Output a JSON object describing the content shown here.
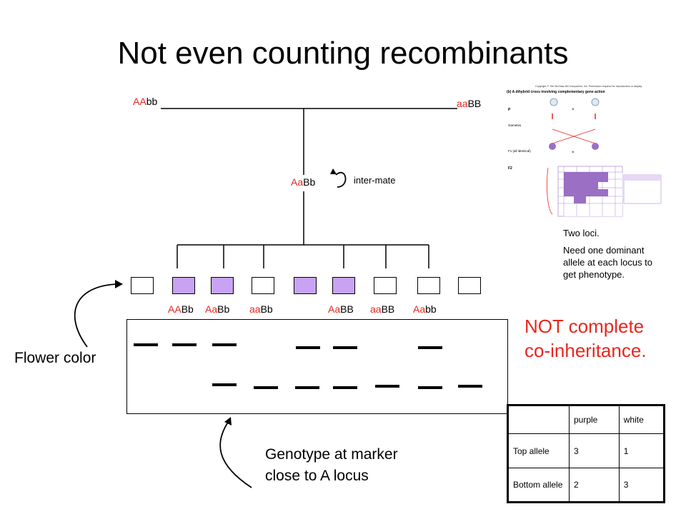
{
  "title": "Not even counting recombinants",
  "parents": {
    "left": {
      "red": "AA",
      "black": "bb"
    },
    "right": {
      "red": "aa",
      "black": "BB"
    }
  },
  "f1": {
    "red": "Aa",
    "black": "Bb"
  },
  "intermate_label": "inter-mate",
  "offspring_boxes": [
    {
      "purple": false
    },
    {
      "purple": true
    },
    {
      "purple": true
    },
    {
      "purple": false
    },
    {
      "purple": true
    },
    {
      "purple": true
    },
    {
      "purple": false
    },
    {
      "purple": false
    },
    {
      "purple": false
    }
  ],
  "offspring_genotypes": [
    {
      "red": "AA",
      "black": "Bb"
    },
    {
      "red": "Aa",
      "black": "Bb"
    },
    {
      "red": "aa",
      "black": "Bb"
    },
    {
      "red": "Aa",
      "black": "BB"
    },
    {
      "red": "aa",
      "black": "BB"
    },
    {
      "red": "Aa",
      "black": "bb"
    }
  ],
  "flower_color_label": "Flower color",
  "genotype_marker_label": "Genotype at marker close to A locus",
  "figure_notes": {
    "line1": "Two loci.",
    "line2": "Need one dominant allele at each locus to get phenotype."
  },
  "conclusion": "NOT complete co-inheritance.",
  "inset_figure": {
    "copyright": "Copyright © The McGraw-Hill Companies, Inc. Permission required for reproduction or display.",
    "caption": "(b) A dihybrid cross involving complementary gene action",
    "p_label": "P",
    "gametes_label": "Gametes",
    "f1_label": "F1 (all identical)",
    "f2_label": "F2"
  },
  "tally_table": {
    "headers": [
      "",
      "purple",
      "white"
    ],
    "rows": [
      {
        "label": "Top allele",
        "purple": "3",
        "white": "1"
      },
      {
        "label": "Bottom allele",
        "purple": "2",
        "white": "3"
      }
    ]
  },
  "colors": {
    "allele_red": "#e8261f",
    "purple_box": "#c8a3f4",
    "inset_purple": "#9b6fc4"
  }
}
